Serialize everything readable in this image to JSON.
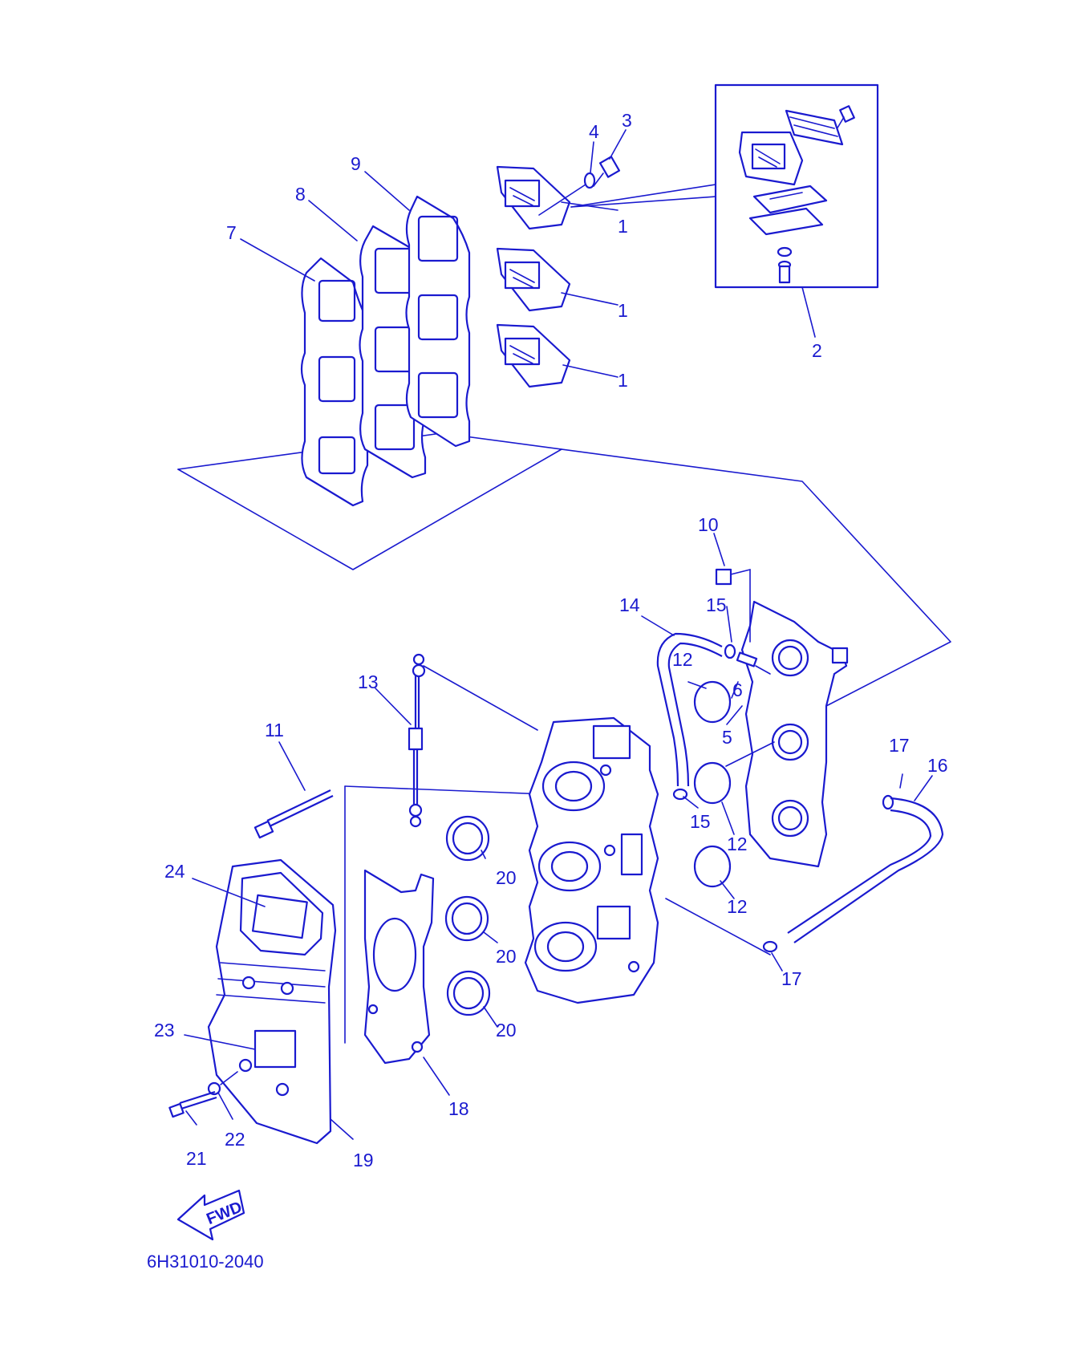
{
  "diagram": {
    "drawing_code": "6H31010-2040",
    "fwd_label": "FWD",
    "colors": {
      "line": "#1a1acf",
      "background": "#ffffff"
    },
    "callouts": [
      "1",
      "1",
      "1",
      "2",
      "3",
      "4",
      "5",
      "6",
      "7",
      "8",
      "9",
      "10",
      "11",
      "12",
      "12",
      "12",
      "13",
      "14",
      "15",
      "15",
      "16",
      "17",
      "17",
      "18",
      "19",
      "20",
      "20",
      "20",
      "21",
      "22",
      "23",
      "24"
    ]
  }
}
